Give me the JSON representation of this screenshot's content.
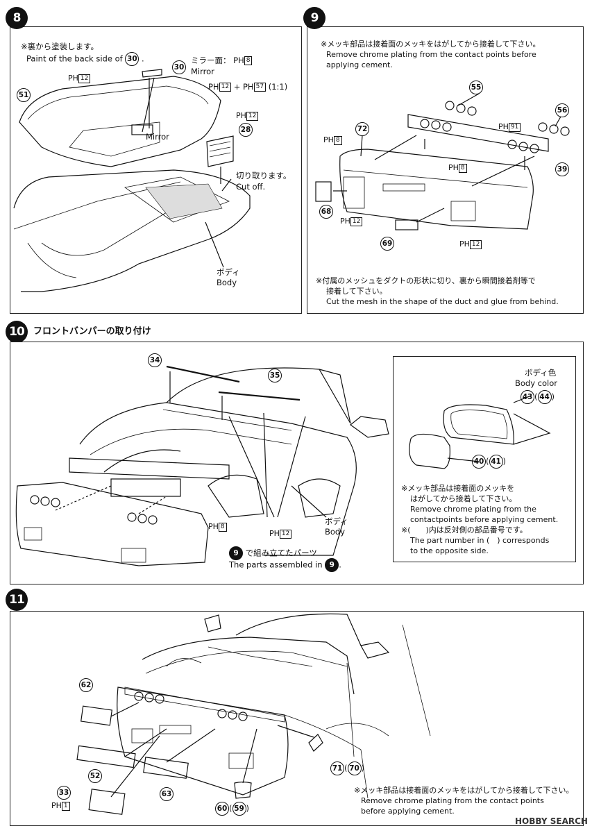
{
  "step8": {
    "num": "8",
    "note_jp": "※裏から塗装します。",
    "note_en": "Paint of the back side of",
    "note_part": "30",
    "mirror_face_jp": "ミラー面：",
    "mirror_face_code": "PH",
    "mirror_face_box": "8",
    "mirror_en": "Mirror",
    "mix_code1": "PH",
    "mix_box1": "12",
    "mix_plus": "+",
    "mix_code2": "PH",
    "mix_box2": "57",
    "mix_ratio": "(1:1)",
    "part30": "30",
    "part51": "51",
    "p51_code": "PH",
    "p51_box": "12",
    "mirror_label": "Mirror",
    "p28_code": "PH",
    "p28_box": "12",
    "part28": "28",
    "cut_jp": "切り取ります。",
    "cut_en": "Cut off.",
    "body_jp": "ボディ",
    "body_en": "Body"
  },
  "step9": {
    "num": "9",
    "note1_jp": "※メッキ部品は接着面のメッキをはがしてから接着して下さい。",
    "note1_en1": "Remove chrome plating from the contact points before",
    "note1_en2": "applying cement.",
    "part55": "55",
    "part56": "56",
    "part72": "72",
    "part39": "39",
    "part68": "68",
    "part69": "69",
    "ph8a_code": "PH",
    "ph8a_box": "8",
    "ph91_code": "PH",
    "ph91_box": "91",
    "ph8b_code": "PH",
    "ph8b_box": "8",
    "ph12a_code": "PH",
    "ph12a_box": "12",
    "ph12b_code": "PH",
    "ph12b_box": "12",
    "note2_jp1": "※付属のメッシュをダクトの形状に切り、裏から瞬間接着剤等で",
    "note2_jp2": "接着して下さい。",
    "note2_en": "Cut the mesh in the shape of the duct and glue from behind."
  },
  "step10": {
    "num": "10",
    "title": "フロントバンパーの取り付け",
    "part34": "34",
    "part35": "35",
    "ph8_code": "PH",
    "ph8_box": "8",
    "ph12_code": "PH",
    "ph12_box": "12",
    "body_jp": "ボディ",
    "body_en": "Body",
    "assembled_num": "9",
    "assembled_jp": "で組み立てたパーツ",
    "assembled_en": "The parts assembled in",
    "inset": {
      "body_color_jp": "ボディ色",
      "body_color_en": "Body color",
      "part43": "43",
      "part44": "44",
      "part40": "40",
      "part41": "41",
      "note_jp1": "※メッキ部品は接着面のメッキを",
      "note_jp2": "はがしてから接着して下さい。",
      "note_en1": "Remove chrome plating from the",
      "note_en2": "contactpoints before applying cement.",
      "note2_jp": "※(　　)内は反対側の部品番号です。",
      "note2_en1": "The part number in (　) corresponds",
      "note2_en2": "to the opposite side."
    }
  },
  "step11": {
    "num": "11",
    "part62": "62",
    "part52": "52",
    "part33": "33",
    "ph1_code": "PH",
    "ph1_box": "1",
    "part63": "63",
    "part60": "60",
    "part59": "59",
    "part71": "71",
    "part70": "70",
    "note_jp": "※メッキ部品は接着面のメッキをはがしてから接着して下さい。",
    "note_en1": "Remove chrome plating from the contact points",
    "note_en2": "before applying cement."
  },
  "watermark": "HOBBY SEARCH"
}
